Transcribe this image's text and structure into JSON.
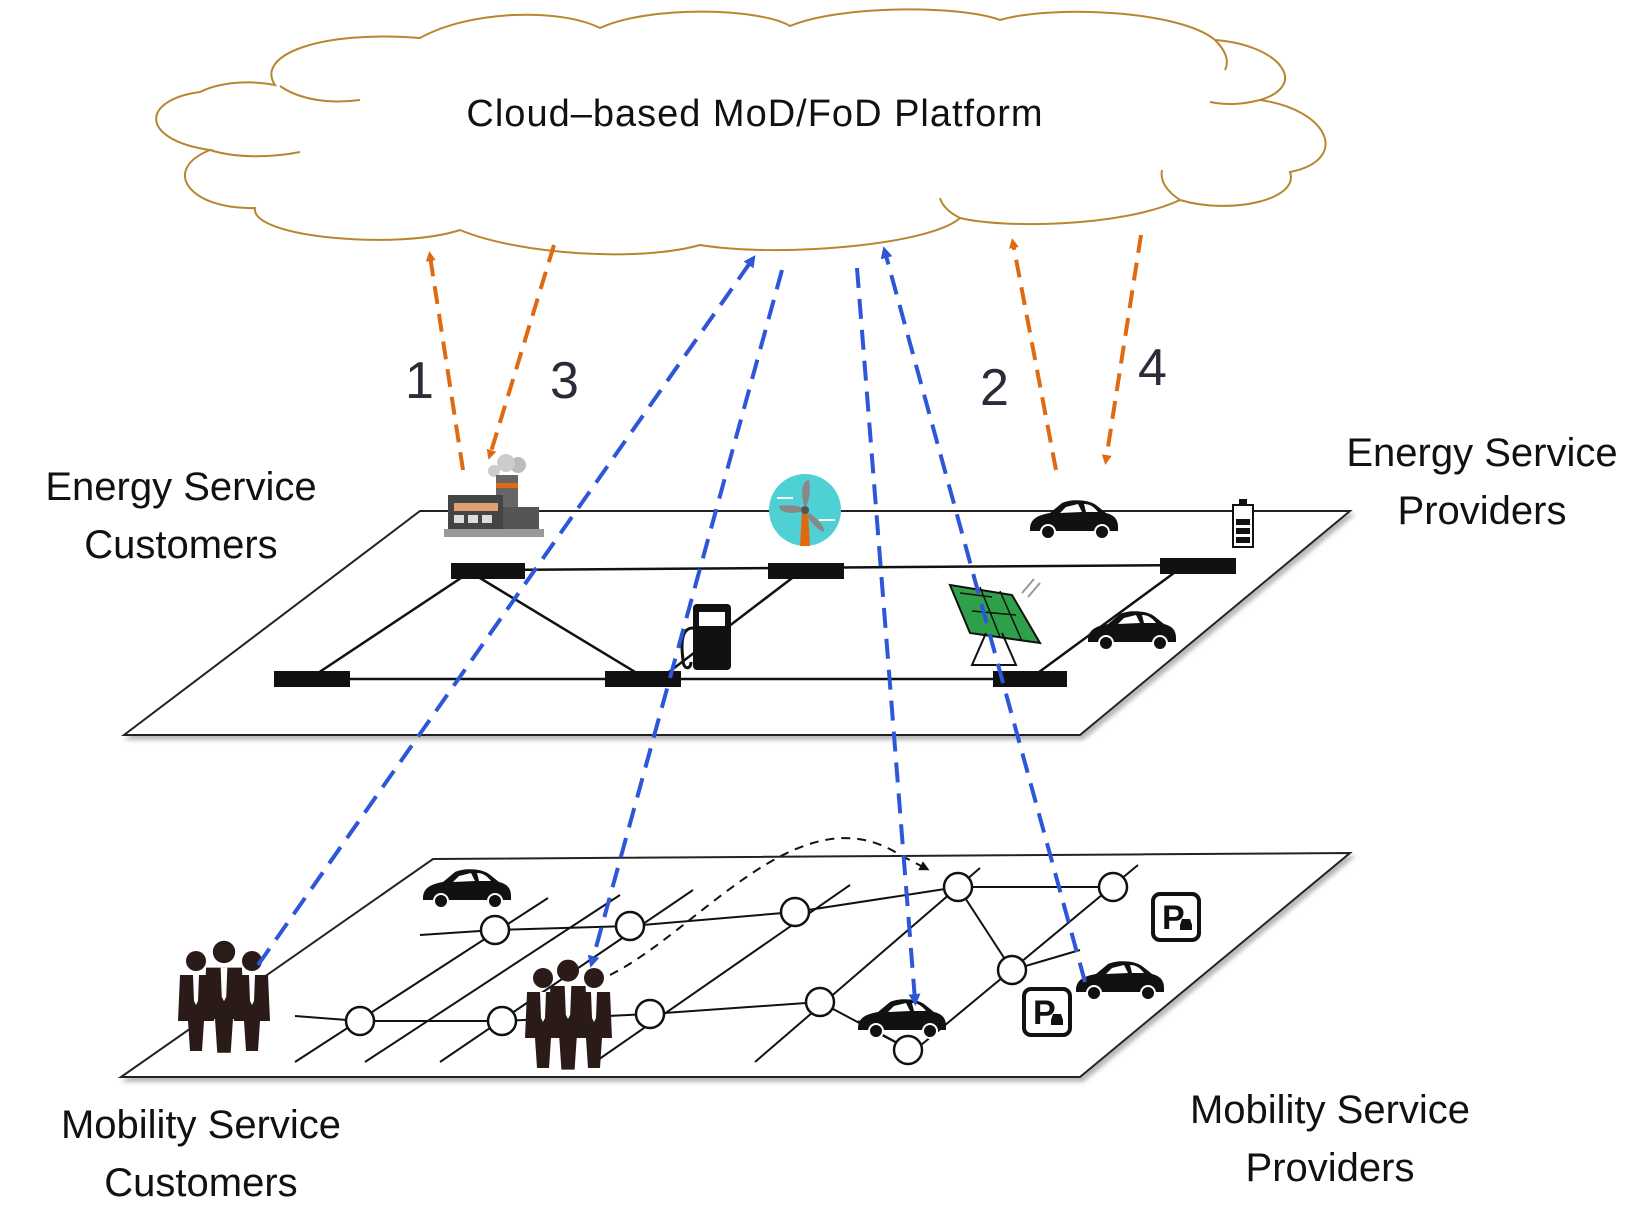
{
  "cloud": {
    "title": "Cloud–based MoD/FoD Platform"
  },
  "labels": {
    "energy_customers": [
      "Energy Service",
      "Customers"
    ],
    "energy_providers": [
      "Energy Service",
      "Providers"
    ],
    "mobility_customers": [
      "Mobility Service",
      "Customers"
    ],
    "mobility_providers": [
      "Mobility Service",
      "Providers"
    ]
  },
  "flow_numbers": [
    "1",
    "3",
    "2",
    "4"
  ],
  "colors": {
    "energy_flow": "#e06a12",
    "mobility_flow": "#2e56d8",
    "cloud_outline": "#b8862e"
  },
  "icons": [
    "factory-icon",
    "wind-turbine-icon",
    "ev-charger-icon",
    "solar-panel-icon",
    "battery-icon",
    "car-icon",
    "people-group-icon",
    "parking-icon"
  ]
}
